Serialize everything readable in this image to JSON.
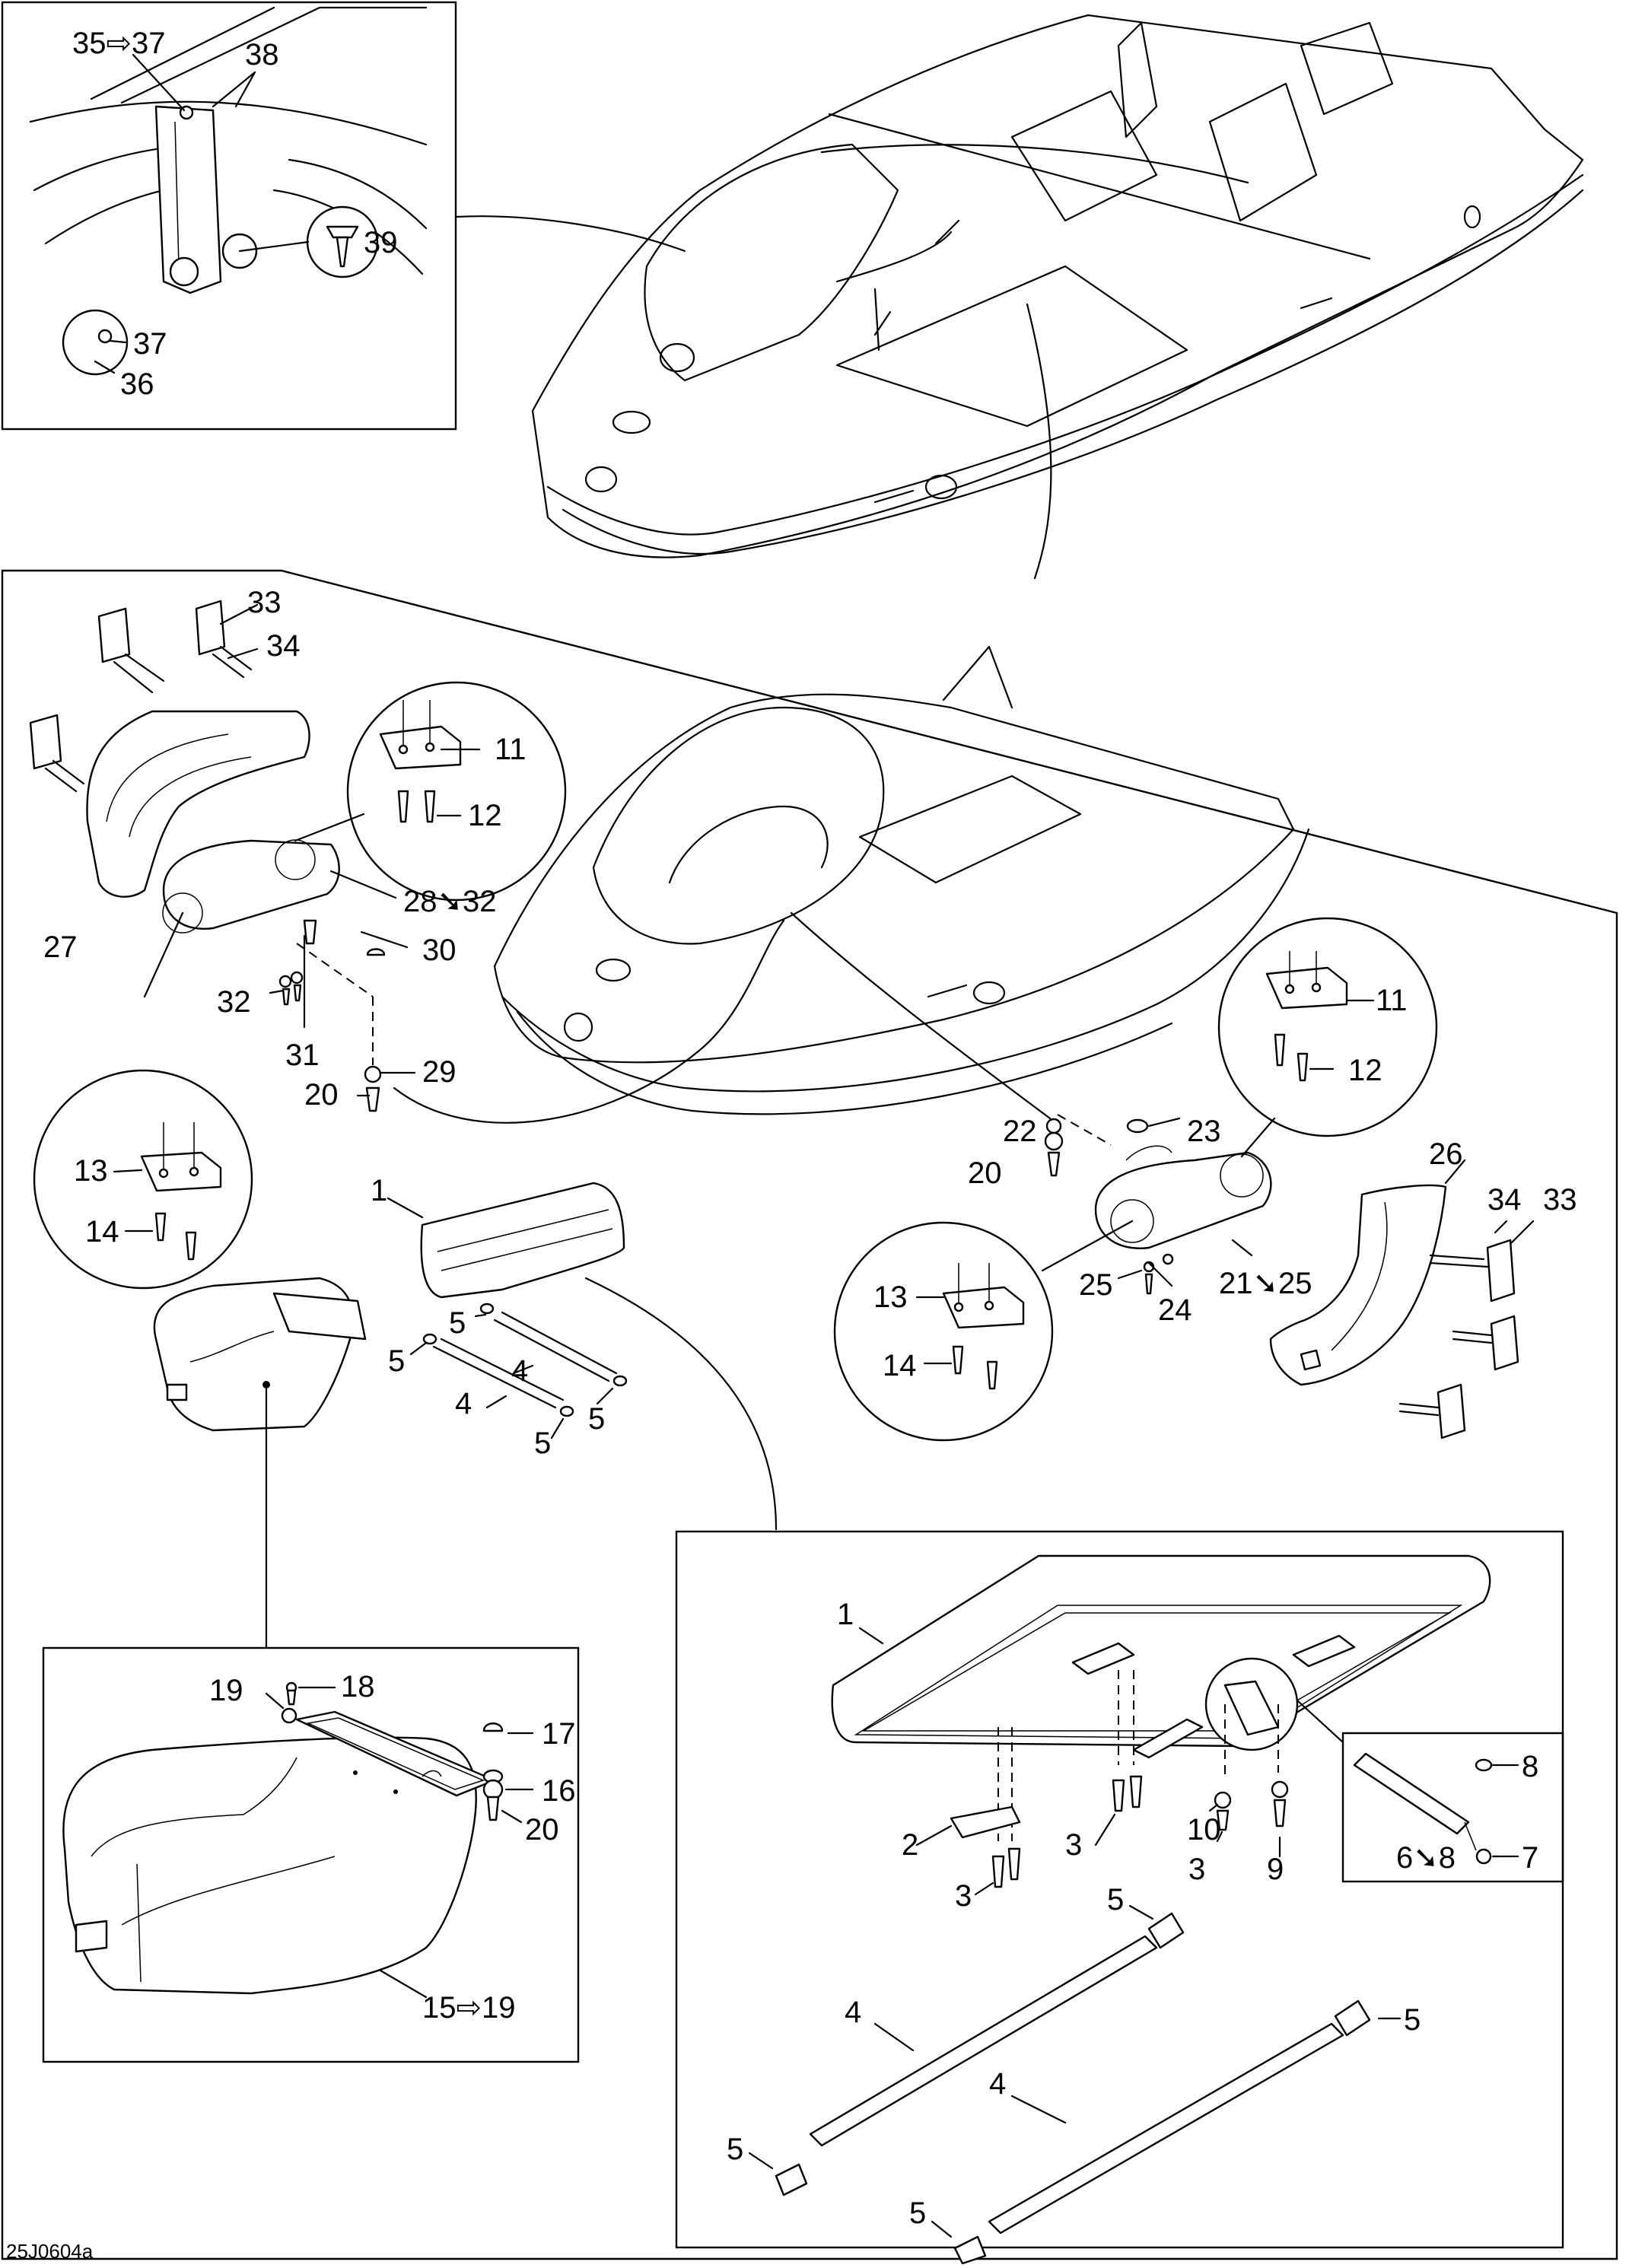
{
  "drawing_code": "25J0604a",
  "callouts": {
    "c35_37": "35⇨37",
    "c38": "38",
    "c39": "39",
    "c37": "37",
    "c36": "36",
    "c33a": "33",
    "c34a": "34",
    "c11a": "11",
    "c12a": "12",
    "c27": "27",
    "c28_32": "28➘32",
    "c30": "30",
    "c32": "32",
    "c31": "31",
    "c29": "29",
    "c20a": "20",
    "c13a": "13",
    "c14a": "14",
    "c1a": "1",
    "c5a": "5",
    "c5b": "5",
    "c4a": "4",
    "c4b": "4",
    "c5c": "5",
    "c5d": "5",
    "c22": "22",
    "c23": "23",
    "c20b": "20",
    "c11b": "11",
    "c12b": "12",
    "c26": "26",
    "c34b": "34",
    "c33b": "33",
    "c13b": "13",
    "c14b": "14",
    "c25": "25",
    "c24": "24",
    "c21_25": "21➘25",
    "c19": "19",
    "c18": "18",
    "c17": "17",
    "c16": "16",
    "c20c": "20",
    "c15_19": "15⇨19",
    "c1b": "1",
    "c2": "2",
    "c3a": "3",
    "c3b": "3",
    "c3c": "3",
    "c10": "10",
    "c9": "9",
    "c8": "8",
    "c6_8": "6➘8",
    "c7": "7",
    "c5e": "5",
    "c5f": "5",
    "c4c": "4",
    "c4d": "4",
    "c5g": "5",
    "c5h": "5"
  }
}
